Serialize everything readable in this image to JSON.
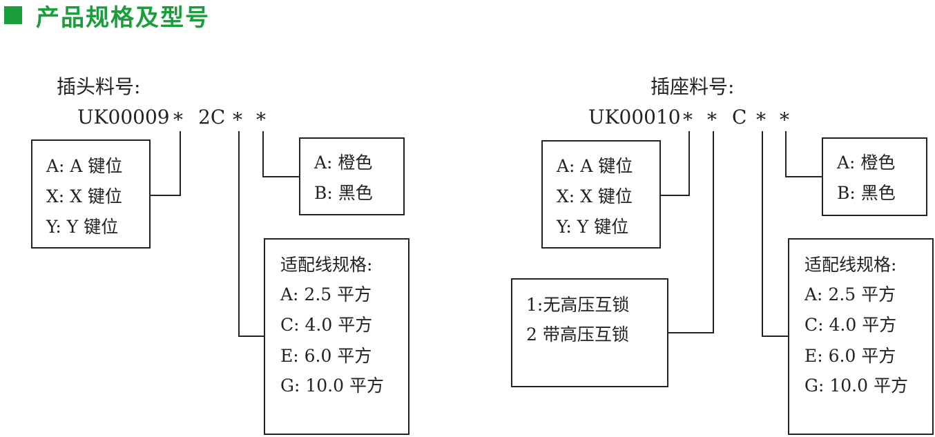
{
  "header": {
    "title": "产品规格及型号"
  },
  "plug": {
    "label": "插头料号:",
    "code": "UK00009",
    "star1": "*",
    "mid": "2C",
    "star2": "*",
    "star3": "*",
    "key_box": [
      "A: A 键位",
      "X: X 键位",
      "Y: Y 键位"
    ],
    "color_box": [
      "A: 橙色",
      "B: 黑色"
    ],
    "wire_box": [
      "适配线规格:",
      "A: 2.5 平方",
      "C: 4.0 平方",
      "E: 6.0 平方",
      "G: 10.0 平方"
    ]
  },
  "socket": {
    "label": "插座料号:",
    "code": "UK00010",
    "star1": "*",
    "star2": "*",
    "mid": "C",
    "star3": "*",
    "star4": "*",
    "key_box": [
      "A: A 键位",
      "X: X 键位",
      "Y: Y 键位"
    ],
    "interlock_box": [
      "1:无高压互锁",
      "2 带高压互锁"
    ],
    "color_box": [
      "A: 橙色",
      "B: 黑色"
    ],
    "wire_box": [
      "适配线规格:",
      "A: 2.5 平方",
      "C: 4.0 平方",
      "E: 6.0 平方",
      "G: 10.0 平方"
    ]
  },
  "colors": {
    "accent": "#1a9e3c",
    "line": "#222222"
  }
}
